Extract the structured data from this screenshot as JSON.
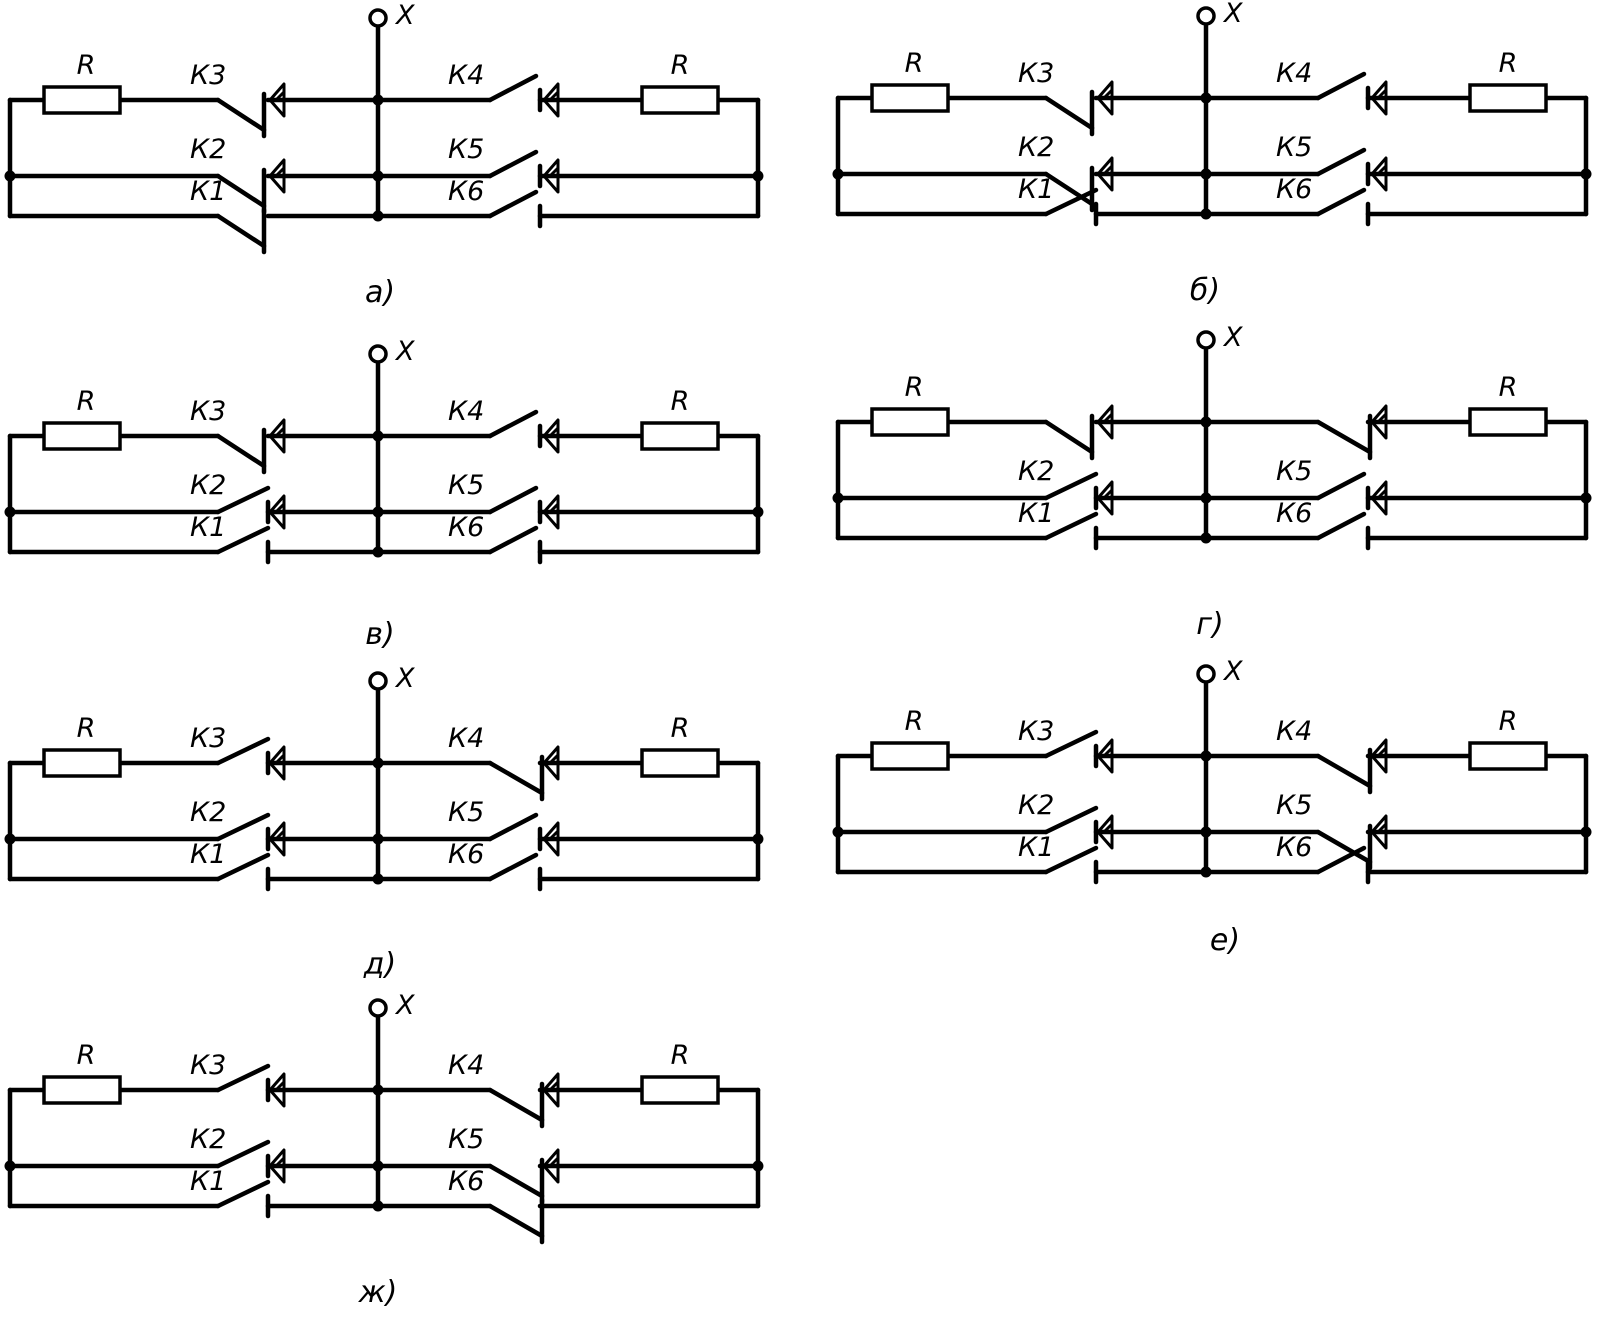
{
  "terminal_label": "X",
  "resistor_label": "R",
  "diagrams": [
    {
      "caption": "а)",
      "contacts": {
        "k1": "К1",
        "k2": "К2",
        "k3": "К3",
        "k4": "К4",
        "k5": "К5",
        "k6": "К6"
      },
      "closed": {
        "k1": true,
        "k2": true,
        "k3": true,
        "k4": false,
        "k5": false,
        "k6": false
      }
    },
    {
      "caption": "б)",
      "contacts": {
        "k1": "К1",
        "k2": "К2",
        "k3": "К3",
        "k4": "К4",
        "k5": "К5",
        "k6": "К6"
      },
      "closed": {
        "k1": false,
        "k2": true,
        "k3": true,
        "k4": false,
        "k5": false,
        "k6": false
      }
    },
    {
      "caption": "в)",
      "contacts": {
        "k1": "К1",
        "k2": "К2",
        "k3": "К3",
        "k4": "К4",
        "k5": "К5",
        "k6": "К6"
      },
      "closed": {
        "k1": false,
        "k2": false,
        "k3": true,
        "k4": false,
        "k5": false,
        "k6": false
      }
    },
    {
      "caption": "г)",
      "contacts": {
        "k1": "К1",
        "k2": "К2",
        "k3": "",
        "k4": "",
        "k5": "К5",
        "k6": "К6"
      },
      "closed": {
        "k1": false,
        "k2": false,
        "k3": true,
        "k4": true,
        "k5": false,
        "k6": false
      }
    },
    {
      "caption": "д)",
      "contacts": {
        "k1": "К1",
        "k2": "К2",
        "k3": "К3",
        "k4": "К4",
        "k5": "К5",
        "k6": "К6"
      },
      "closed": {
        "k1": false,
        "k2": false,
        "k3": false,
        "k4": true,
        "k5": false,
        "k6": false
      }
    },
    {
      "caption": "е)",
      "contacts": {
        "k1": "К1",
        "k2": "К2",
        "k3": "К3",
        "k4": "К4",
        "k5": "К5",
        "k6": "К6"
      },
      "closed": {
        "k1": false,
        "k2": false,
        "k3": false,
        "k4": true,
        "k5": true,
        "k6": false
      }
    },
    {
      "caption": "ж)",
      "contacts": {
        "k1": "К1",
        "k2": "К2",
        "k3": "К3",
        "k4": "К4",
        "k5": "К5",
        "k6": "К6"
      },
      "closed": {
        "k1": false,
        "k2": false,
        "k3": false,
        "k4": true,
        "k5": true,
        "k6": true
      }
    }
  ]
}
